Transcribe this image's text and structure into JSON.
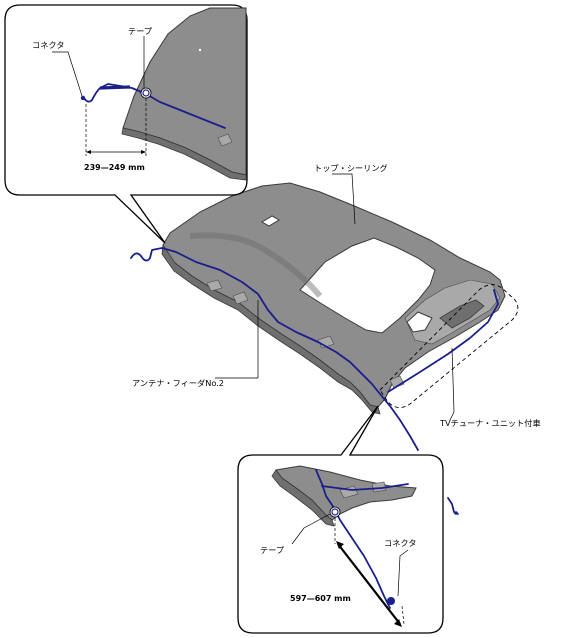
{
  "labels": {
    "top_connector": "コネクタ",
    "top_tape": "テープ",
    "top_dimension": "239—249 mm",
    "ceiling": "トップ・シーリング",
    "antenna_feeder": "アンテナ・フィーダNo.2",
    "tv_tuner": "TVチューナ・ユニット付車",
    "bottom_tape": "テープ",
    "bottom_connector": "コネクタ",
    "bottom_dimension": "597—607 mm"
  },
  "colors": {
    "wire": "#1a1f8c",
    "ceiling": "#8d8d8d",
    "outline": "#000000"
  }
}
